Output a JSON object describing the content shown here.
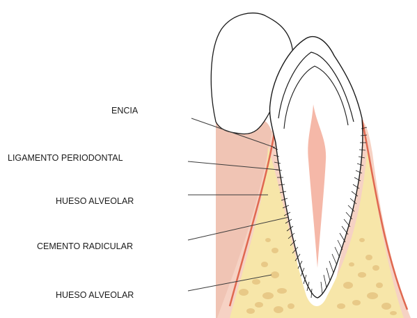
{
  "labels": [
    {
      "id": "encia",
      "text": "ENCIA"
    },
    {
      "id": "ligamento",
      "text": "LIGAMENTO PERIODONTAL"
    },
    {
      "id": "hueso1",
      "text": "HUESO ALVEOLAR"
    },
    {
      "id": "cemento",
      "text": "CEMENTO RADICULAR"
    },
    {
      "id": "hueso2",
      "text": "HUESO ALVEOLAR"
    }
  ],
  "colors": {
    "background": "#ffffff",
    "gum_back": "#f0c4b4",
    "gum_front": "#f6d2c4",
    "gum_edge": "#e06850",
    "bone": "#f7e6a9",
    "trabecula": "#e8c987",
    "pulp": "#f5b8a8",
    "enamel": "#ffffff",
    "outline": "#1a1a1a",
    "leader": "#3a3a3a"
  }
}
